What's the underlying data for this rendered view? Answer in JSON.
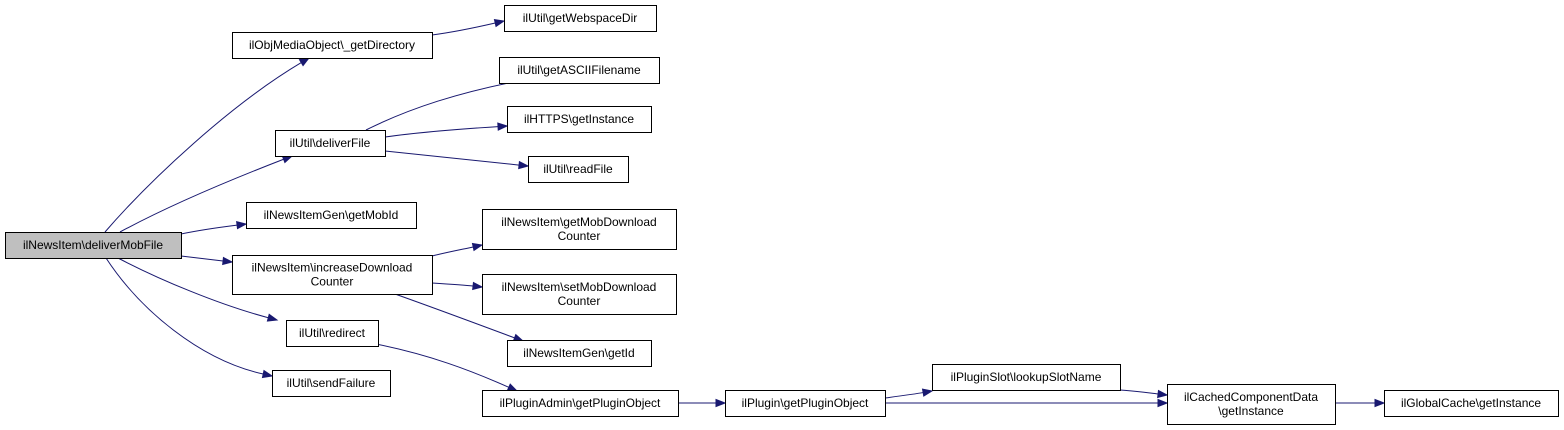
{
  "graph": {
    "edge_color": "#191970",
    "root_fill": "#bfbfbf",
    "nodes": [
      {
        "id": "root",
        "lines": [
          "ilNewsItem\\deliverMobFile"
        ],
        "root": true
      },
      {
        "id": "getDirectory",
        "lines": [
          "ilObjMediaObject\\_getDirectory"
        ]
      },
      {
        "id": "getWebspaceDir",
        "lines": [
          "ilUtil\\getWebspaceDir"
        ]
      },
      {
        "id": "deliverFile",
        "lines": [
          "ilUtil\\deliverFile"
        ]
      },
      {
        "id": "getASCIIFilename",
        "lines": [
          "ilUtil\\getASCIIFilename"
        ]
      },
      {
        "id": "httpsGetInstance",
        "lines": [
          "ilHTTPS\\getInstance"
        ]
      },
      {
        "id": "readFile",
        "lines": [
          "ilUtil\\readFile"
        ]
      },
      {
        "id": "getMobId",
        "lines": [
          "ilNewsItemGen\\getMobId"
        ]
      },
      {
        "id": "increaseDownloadCounter",
        "lines": [
          "ilNewsItem\\increaseDownload",
          "Counter"
        ]
      },
      {
        "id": "getMobDownloadCounter",
        "lines": [
          "ilNewsItem\\getMobDownload",
          "Counter"
        ]
      },
      {
        "id": "setMobDownloadCounter",
        "lines": [
          "ilNewsItem\\setMobDownload",
          "Counter"
        ]
      },
      {
        "id": "getId",
        "lines": [
          "ilNewsItemGen\\getId"
        ]
      },
      {
        "id": "redirect",
        "lines": [
          "ilUtil\\redirect"
        ]
      },
      {
        "id": "sendFailure",
        "lines": [
          "ilUtil\\sendFailure"
        ]
      },
      {
        "id": "adminGetPluginObject",
        "lines": [
          "ilPluginAdmin\\getPluginObject"
        ]
      },
      {
        "id": "pluginGetPluginObject",
        "lines": [
          "ilPlugin\\getPluginObject"
        ]
      },
      {
        "id": "lookupSlotName",
        "lines": [
          "ilPluginSlot\\lookupSlotName"
        ]
      },
      {
        "id": "cachedGetInstance",
        "lines": [
          "ilCachedComponentData",
          "\\getInstance"
        ]
      },
      {
        "id": "globalCacheGetInstance",
        "lines": [
          "ilGlobalCache\\getInstance"
        ]
      }
    ],
    "edges": [
      {
        "from": "root",
        "to": "getDirectory"
      },
      {
        "from": "getDirectory",
        "to": "getWebspaceDir"
      },
      {
        "from": "root",
        "to": "deliverFile"
      },
      {
        "from": "deliverFile",
        "to": "getASCIIFilename"
      },
      {
        "from": "deliverFile",
        "to": "httpsGetInstance"
      },
      {
        "from": "deliverFile",
        "to": "readFile"
      },
      {
        "from": "root",
        "to": "getMobId"
      },
      {
        "from": "root",
        "to": "increaseDownloadCounter"
      },
      {
        "from": "increaseDownloadCounter",
        "to": "getMobDownloadCounter"
      },
      {
        "from": "increaseDownloadCounter",
        "to": "setMobDownloadCounter"
      },
      {
        "from": "increaseDownloadCounter",
        "to": "getId"
      },
      {
        "from": "root",
        "to": "redirect"
      },
      {
        "from": "redirect",
        "to": "adminGetPluginObject"
      },
      {
        "from": "root",
        "to": "sendFailure"
      },
      {
        "from": "adminGetPluginObject",
        "to": "pluginGetPluginObject"
      },
      {
        "from": "pluginGetPluginObject",
        "to": "lookupSlotName"
      },
      {
        "from": "pluginGetPluginObject",
        "to": "cachedGetInstance"
      },
      {
        "from": "lookupSlotName",
        "to": "cachedGetInstance"
      },
      {
        "from": "cachedGetInstance",
        "to": "globalCacheGetInstance"
      }
    ]
  }
}
